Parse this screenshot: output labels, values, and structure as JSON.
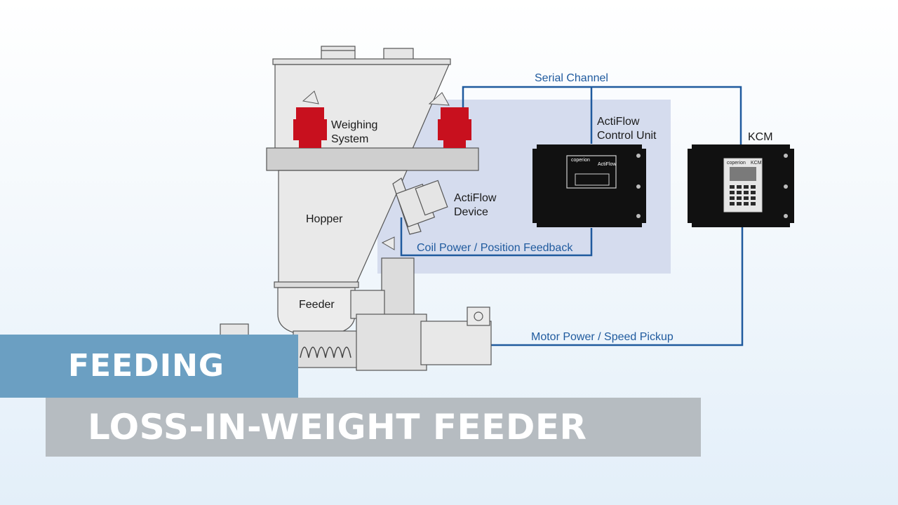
{
  "labels": {
    "weighing_line1": "Weighing",
    "weighing_line2": "System",
    "hopper": "Hopper",
    "feeder": "Feeder",
    "actiflow_device_line1": "ActiFlow",
    "actiflow_device_line2": "Device",
    "control_unit_line1": "ActiFlow",
    "control_unit_line2": "Control Unit",
    "kcm": "KCM"
  },
  "connections": {
    "serial_channel": "Serial Channel",
    "coil_power": "Coil Power / Position Feedback",
    "motor_power": "Motor Power / Speed Pickup"
  },
  "devices": {
    "control_unit_brand": "coperion",
    "control_unit_name": "ActiFlow",
    "kcm_brand": "coperion",
    "kcm_name": "KCM"
  },
  "banner": {
    "category": "FEEDING",
    "title": "LOSS-IN-WEIGHT FEEDER"
  },
  "colors": {
    "wire": "#1f5a9e",
    "load_cell": "#c8101e",
    "highlight_panel": "#d5dcee",
    "category_banner": "#6b9fc2",
    "title_banner": "#b6bcc1"
  }
}
